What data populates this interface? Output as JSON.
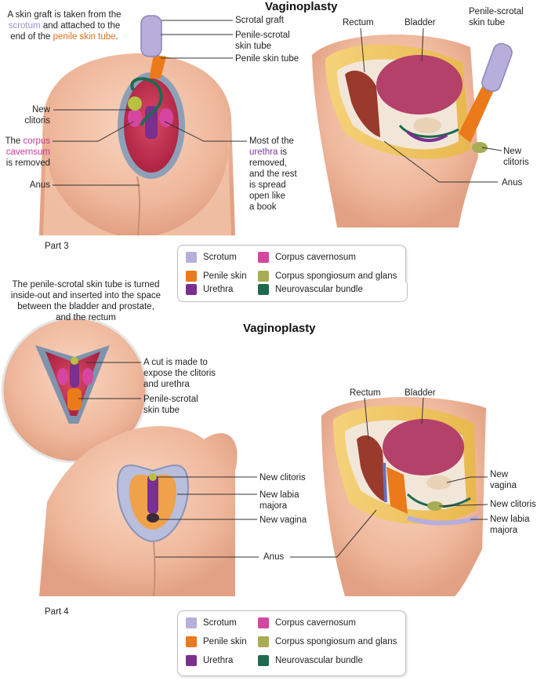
{
  "part3": {
    "title": "Vaginoplasty",
    "intro_pre": "A skin graft is taken from the",
    "intro_scrotum": "scrotum",
    "intro_mid": "and attached to the end of the",
    "intro_penile": "penile skin tube",
    "intro_end": ".",
    "label_scrotal_graft": "Scrotal graft",
    "label_penile_scrotal_tube_1": "Penile-scrotal",
    "label_penile_scrotal_tube_2": "skin tube",
    "label_penile_skin_tube": "Penile skin tube",
    "label_new_clitoris_1": "New",
    "label_new_clitoris_2": "clitoris",
    "label_corpus_pre": "The",
    "label_corpus_word": "corpus",
    "label_corpus_word2": "cavernsum",
    "label_corpus_post": "is removed",
    "label_anus": "Anus",
    "label_urethra_1": "Most of the",
    "label_urethra_word": "urethra",
    "label_urethra_2": "is",
    "label_urethra_3": "removed,",
    "label_urethra_4": "and the rest",
    "label_urethra_5": "is spread",
    "label_urethra_6": "open like",
    "label_urethra_7": "a book",
    "label_rectum": "Rectum",
    "label_bladder": "Bladder",
    "label_side_tube_1": "Penile-scrotal",
    "label_side_tube_2": "skin tube",
    "label_side_clitoris_1": "New",
    "label_side_clitoris_2": "clitoris",
    "label_side_anus": "Anus",
    "part_label": "Part 3"
  },
  "part4": {
    "title": "Vaginoplasty",
    "intro_1": "The penile-scrotal skin tube is turned",
    "intro_2": "inside-out and inserted into the space",
    "intro_3": "between the bladder and prostate,",
    "intro_4": "and the rectum",
    "label_cut_1": "A cut is made to",
    "label_cut_2": "expose the clitoris",
    "label_cut_3": "and urethra",
    "label_tube_1": "Penile-scrotal",
    "label_tube_2": "skin tube",
    "label_new_clitoris": "New clitoris",
    "label_labia_1": "New labia",
    "label_labia_2": "majora",
    "label_new_vagina": "New vagina",
    "label_anus": "Anus",
    "label_rectum": "Rectum",
    "label_bladder": "Bladder",
    "label_side_vagina_1": "New",
    "label_side_vagina_2": "vagina",
    "label_side_clitoris": "New clitoris",
    "label_side_labia_1": "New labia",
    "label_side_labia_2": "majora",
    "part_label": "Part 4"
  },
  "legend": {
    "items": [
      {
        "label": "Scrotum",
        "color": "#b7aedb"
      },
      {
        "label": "Corpus cavernosum",
        "color": "#d6459f"
      },
      {
        "label": "Penile skin",
        "color": "#ea7a1a"
      },
      {
        "label": "Corpus spongiosum and glans",
        "color": "#a7ad52"
      },
      {
        "label": "Urethra",
        "color": "#7b2f8e"
      },
      {
        "label": "Neurovascular bundle",
        "color": "#1e6a4f"
      }
    ]
  }
}
